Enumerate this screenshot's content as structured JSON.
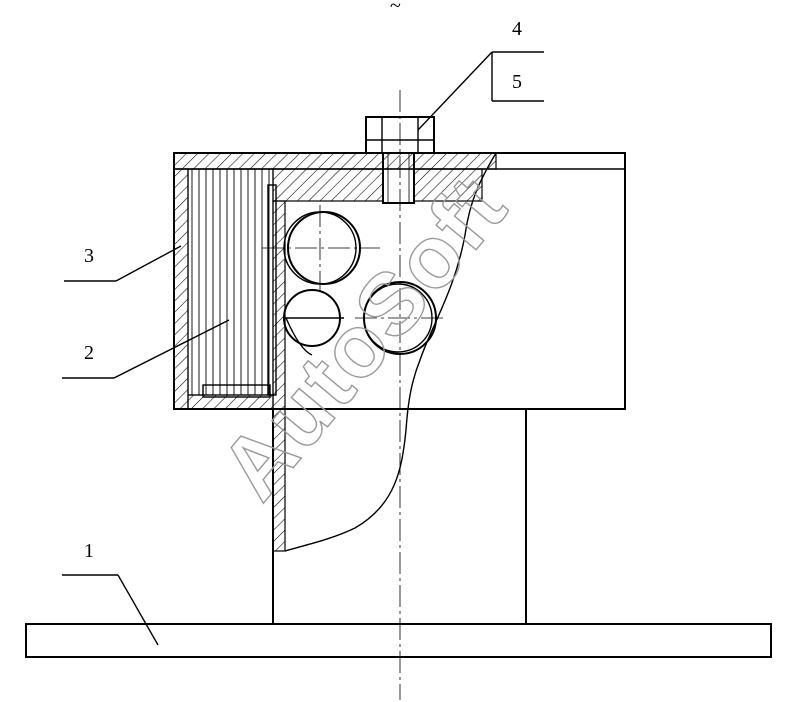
{
  "labels": {
    "part1": "1",
    "part2": "2",
    "part3": "3",
    "part4": "4",
    "part5": "5"
  },
  "watermark": {
    "text": "AutoSoft",
    "color": "#9a9a9a"
  },
  "top_mark": "~"
}
